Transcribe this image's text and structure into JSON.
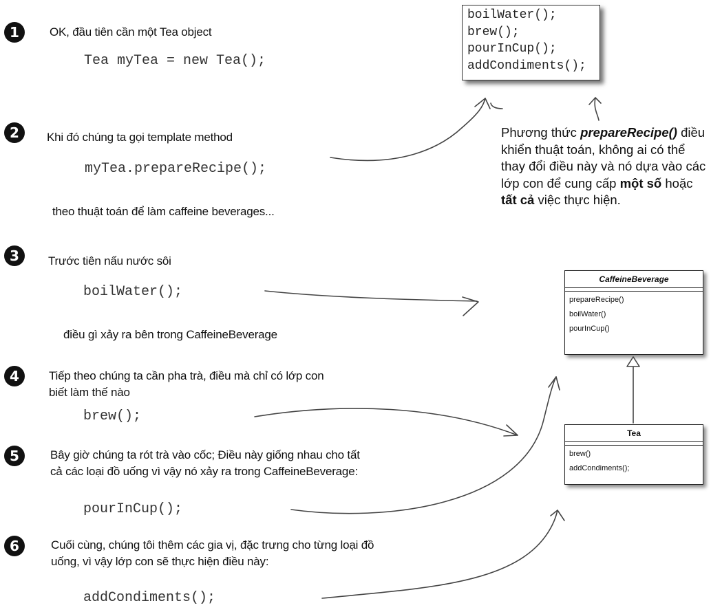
{
  "steps": [
    {
      "num": "1",
      "text": "OK, đầu tiên cần một Tea object",
      "code": "Tea myTea = new Tea();"
    },
    {
      "num": "2",
      "text": "Khi đó chúng ta gọi template method",
      "code": "myTea.prepareRecipe();",
      "after": "theo thuật toán để làm caffeine beverages..."
    },
    {
      "num": "3",
      "text": "Trước tiên nấu nước sôi",
      "code": "boilWater();",
      "after": "điều gì xảy ra bên trong CaffeineBeverage"
    },
    {
      "num": "4",
      "text_line1": "Tiếp theo chúng ta cần pha trà, điều mà chỉ có lớp con",
      "text_line2": "biết làm thế nào",
      "code": "brew();"
    },
    {
      "num": "5",
      "text_line1": "Bây giờ chúng ta rót trà vào cốc; Điều này giống nhau cho tất",
      "text_line2": "cả các loại đồ uống vì vậy nó xảy ra trong CaffeineBeverage:",
      "code": "pourInCup();"
    },
    {
      "num": "6",
      "text_line1": "Cuối cùng, chúng tôi thêm các gia vị, đặc trưng cho từng loại đồ",
      "text_line2": "uống, vì vậy lớp con sẽ thực hiện điều này:",
      "code": "addCondiments();"
    }
  ],
  "method_box": [
    "boilWater();",
    "brew();",
    "pourInCup();",
    "addCondiments();"
  ],
  "note": {
    "p1": "Phương thức ",
    "method": "prepareRecipe()",
    "p2": " điều khiển thuật toán, không ai có thể thay đổi điều này và nó dựa vào các lớp con để cung cấp ",
    "bold1": "một số",
    "p3": " hoặc ",
    "bold2": "tất cả",
    "p4": " việc thực hiện."
  },
  "uml": {
    "parent": {
      "name": "CaffeineBeverage",
      "methods": [
        "prepareRecipe()",
        "boilWater()",
        "pourInCup()"
      ]
    },
    "child": {
      "name": "Tea",
      "methods": [
        "brew()",
        "addCondiments();"
      ]
    }
  }
}
